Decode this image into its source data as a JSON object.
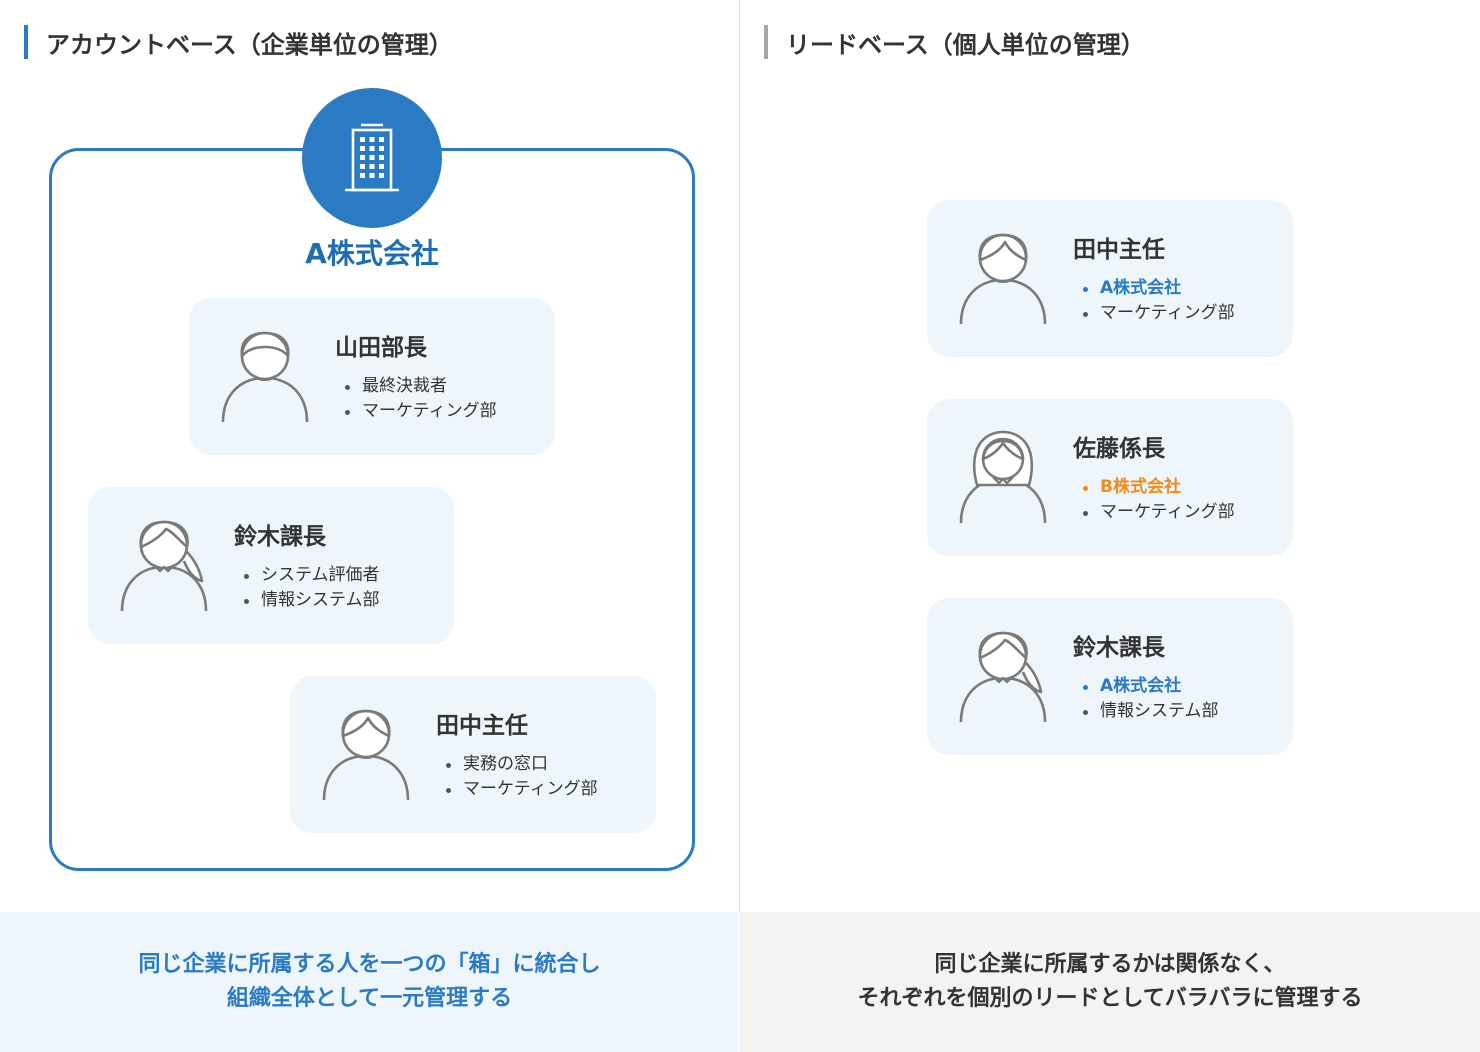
{
  "left": {
    "heading": "アカウントベース（企業単位の管理）",
    "company_name": "A株式会社",
    "people": [
      {
        "name": "山田部長",
        "items": [
          "最終決裁者",
          "マーケティング部"
        ],
        "avatar": "man-icon"
      },
      {
        "name": "鈴木課長",
        "items": [
          "システム評価者",
          "情報システム部"
        ],
        "avatar": "ponytail-person-icon"
      },
      {
        "name": "田中主任",
        "items": [
          "実務の窓口",
          "マーケティング部"
        ],
        "avatar": "young-person-icon"
      }
    ],
    "footer": [
      "同じ企業に所属する人を一つの「箱」に統合し",
      "組織全体として一元管理する"
    ]
  },
  "right": {
    "heading": "リードベース（個人単位の管理）",
    "people": [
      {
        "name": "田中主任",
        "company": "A株式会社",
        "company_color": "#2a7bc4",
        "dept": "マーケティング部",
        "avatar": "young-person-icon"
      },
      {
        "name": "佐藤係長",
        "company": "B株式会社",
        "company_color": "#f08a1c",
        "dept": "マーケティング部",
        "avatar": "woman-icon"
      },
      {
        "name": "鈴木課長",
        "company": "A株式会社",
        "company_color": "#2a7bc4",
        "dept": "情報システム部",
        "avatar": "ponytail-person-icon"
      }
    ],
    "footer": [
      "同じ企業に所属するかは関係なく、",
      "それぞれを個別のリードとしてバラバラに管理する"
    ]
  },
  "colors": {
    "accent_blue": "#2a7bc4",
    "accent_orange": "#f08a1c",
    "card_bg": "#eef6fc"
  }
}
